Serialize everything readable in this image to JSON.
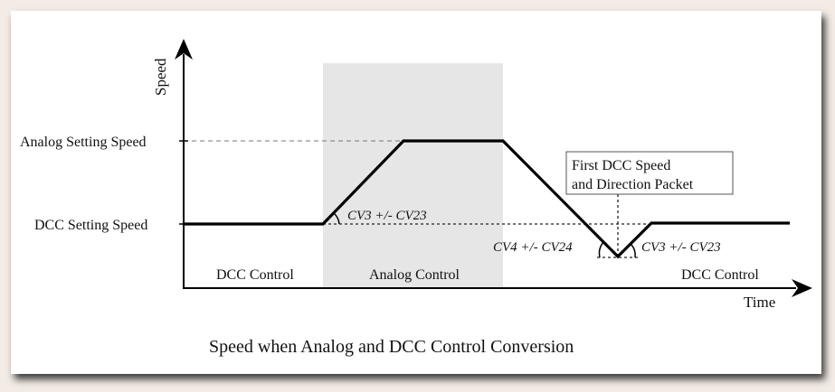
{
  "y_axis_label": "Speed",
  "x_axis_label": "Time",
  "analog_setting_speed_label": "Analog Setting Speed",
  "dcc_setting_speed_label": "DCC Setting Speed",
  "region_labels": {
    "dcc_left": "DCC Control",
    "analog": "Analog Control",
    "dcc_right": "DCC Control"
  },
  "annotations": {
    "accel_up": "CV3 +/- CV23",
    "decel": "CV4 +/- CV24",
    "accel_return": "CV3 +/- CV23"
  },
  "callout": {
    "line1": "First DCC Speed",
    "line2": "and Direction Packet"
  },
  "caption": "Speed when Analog and DCC Control Conversion",
  "colors": {
    "analog_region": "#e6e6e6",
    "line": "#000000",
    "background": "#f3ece6"
  }
}
